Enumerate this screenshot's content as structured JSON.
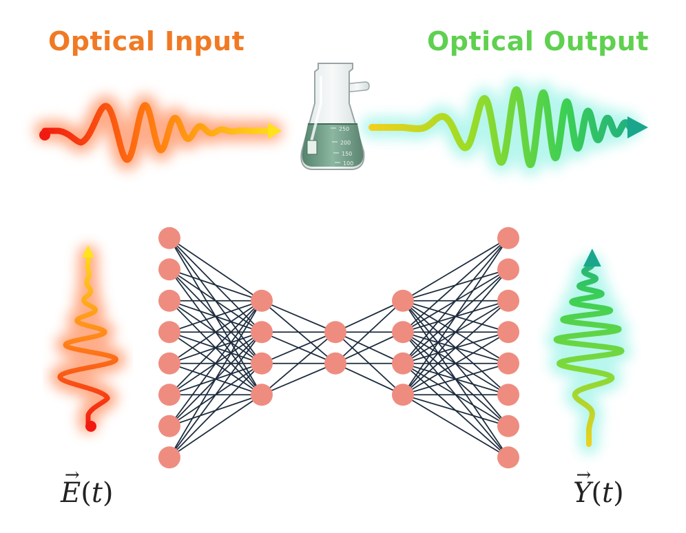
{
  "titles": {
    "input": "Optical Input",
    "output": "Optical Output"
  },
  "math_labels": {
    "input_symbol": "E",
    "input_arg": "t",
    "output_symbol": "Y",
    "output_arg": "t"
  },
  "flask": {
    "graduations": [
      "250",
      "200",
      "150",
      "100"
    ]
  },
  "network": {
    "layer_sizes": [
      8,
      4,
      2,
      4,
      8
    ]
  },
  "colors": {
    "input_title": "#f07a24",
    "output_title": "#5fd04f",
    "node": "#ef8c80",
    "edge": "#1c2c3e",
    "input_wave_start": "#f21a10",
    "input_wave_end": "#ffe21c",
    "output_wave_start": "#f4d01a",
    "output_wave_end": "#1aa68c",
    "liquid": "#6e9c84"
  },
  "icons": {
    "flask": "erlenmeyer-flask-icon"
  }
}
